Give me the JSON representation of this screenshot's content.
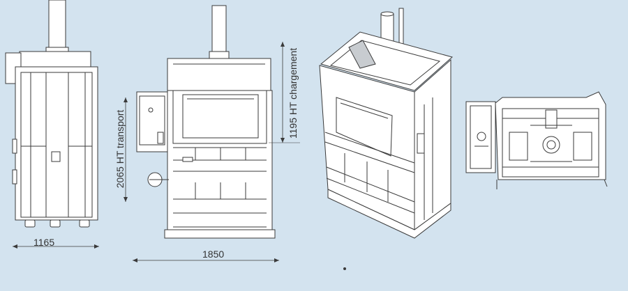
{
  "dimensions": {
    "width": "1165",
    "depth": "1850",
    "transport_height": "2065 HT transport",
    "loading_height": "1195 HT chargement"
  },
  "colors": {
    "background": "#d3e3ef",
    "line": "#3a3a3a",
    "fill": "#ffffff",
    "shade": "#c8ccd0"
  }
}
